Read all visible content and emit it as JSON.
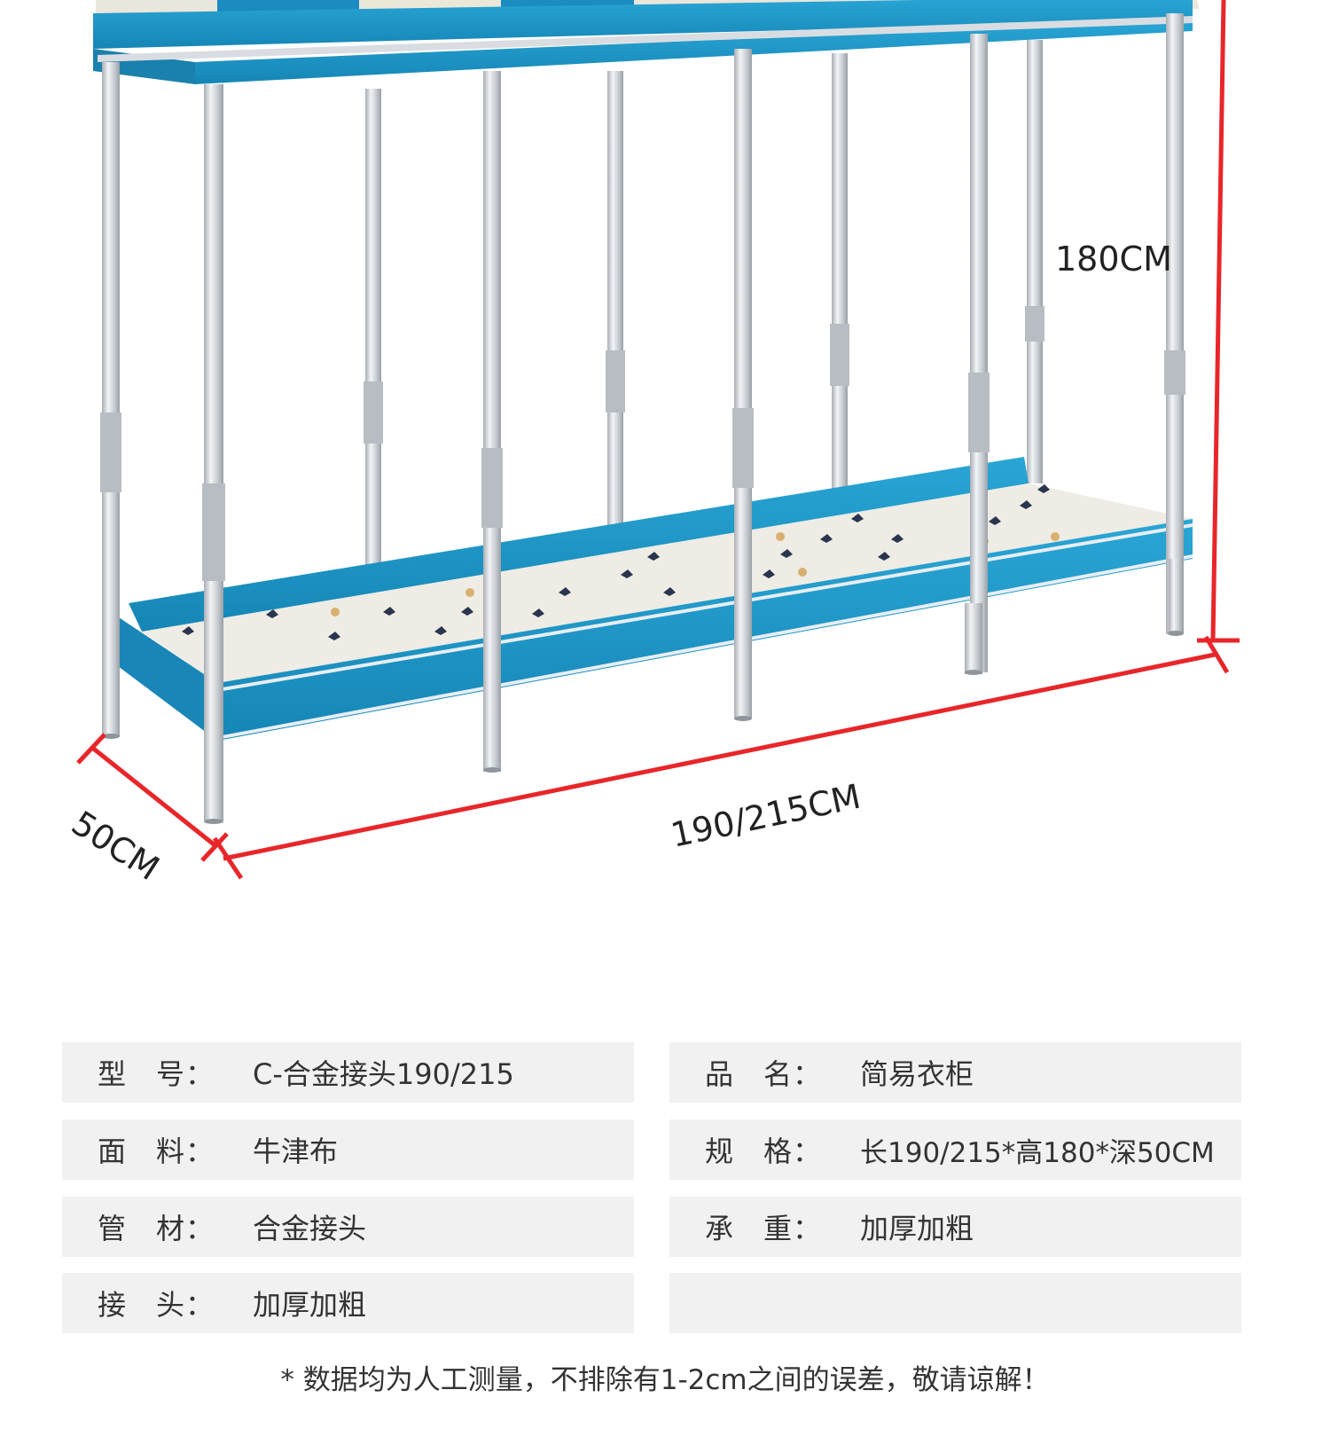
{
  "dimensions": {
    "height_label": "180CM",
    "width_label": "190/215CM",
    "depth_label": "50CM"
  },
  "specs": {
    "left": [
      {
        "label": "型　号：",
        "value": "C-合金接头190/215"
      },
      {
        "label": "面　料：",
        "value": "牛津布"
      },
      {
        "label": "管　材：",
        "value": "合金接头"
      },
      {
        "label": "接　头：",
        "value": "加厚加粗"
      }
    ],
    "right": [
      {
        "label": "品　名：",
        "value": "简易衣柜"
      },
      {
        "label": "规　格：",
        "value": "长190/215*高180*深50CM"
      },
      {
        "label": "承　重：",
        "value": "加厚加粗"
      },
      {
        "label": "",
        "value": ""
      }
    ]
  },
  "footnote": "* 数据均为人工测量，不排除有1-2cm之间的误差，敬请谅解！",
  "colors": {
    "shelf_blue": "#1a95c8",
    "dimension_red": "#e8262a",
    "pole_gray": "#c9cdd2",
    "spec_row_bg": "#f1f1f1"
  }
}
